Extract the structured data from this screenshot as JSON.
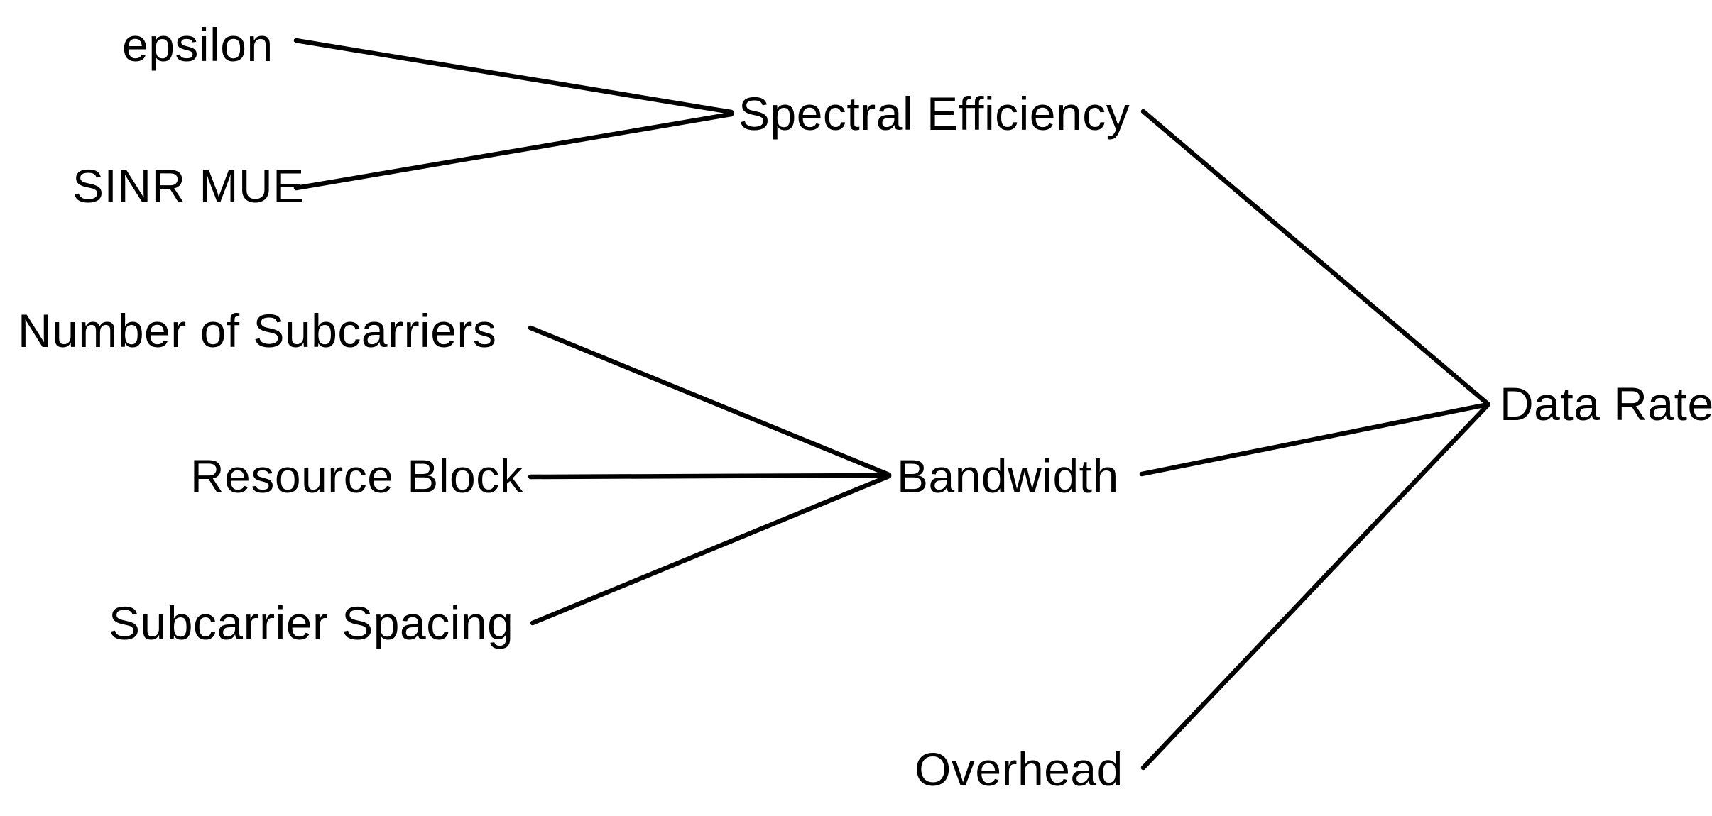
{
  "diagram": {
    "type": "dependency-tree",
    "colors": {
      "background": "#ffffff",
      "text": "#000000",
      "line": "#000000"
    },
    "nodes": [
      {
        "id": "epsilon",
        "label": "epsilon",
        "level": "input"
      },
      {
        "id": "sinr-mue",
        "label": "SINR MUE",
        "level": "input"
      },
      {
        "id": "number-of-subcarriers",
        "label": "Number of Subcarriers",
        "level": "input"
      },
      {
        "id": "resource-block",
        "label": "Resource Block",
        "level": "input"
      },
      {
        "id": "subcarrier-spacing",
        "label": "Subcarrier Spacing",
        "level": "input"
      },
      {
        "id": "spectral-efficiency",
        "label": "Spectral Efficiency",
        "level": "intermediate"
      },
      {
        "id": "bandwidth",
        "label": "Bandwidth",
        "level": "intermediate"
      },
      {
        "id": "overhead",
        "label": "Overhead",
        "level": "input"
      },
      {
        "id": "data-rate",
        "label": "Data Rate",
        "level": "output"
      }
    ],
    "edges": [
      {
        "from": "epsilon",
        "to": "spectral-efficiency"
      },
      {
        "from": "sinr-mue",
        "to": "spectral-efficiency"
      },
      {
        "from": "number-of-subcarriers",
        "to": "bandwidth"
      },
      {
        "from": "resource-block",
        "to": "bandwidth"
      },
      {
        "from": "subcarrier-spacing",
        "to": "bandwidth"
      },
      {
        "from": "spectral-efficiency",
        "to": "data-rate"
      },
      {
        "from": "bandwidth",
        "to": "data-rate"
      },
      {
        "from": "overhead",
        "to": "data-rate"
      }
    ]
  }
}
